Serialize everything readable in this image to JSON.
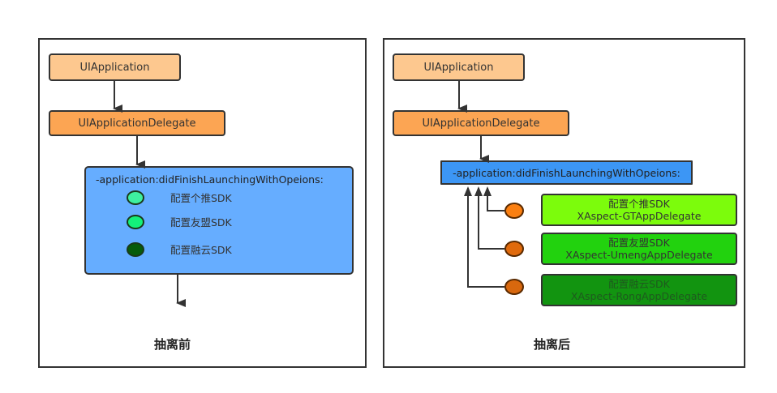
{
  "before": {
    "caption": "抽离前",
    "ui_application": "UIApplication",
    "ui_application_delegate": "UIApplicationDelegate",
    "method": "-application:didFinishLaunchingWithOpeions:",
    "items": [
      {
        "label": "配置个推SDK",
        "color": "#3ef0a0"
      },
      {
        "label": "配置友盟SDK",
        "color": "#14f07a"
      },
      {
        "label": "配置融云SDK",
        "color": "#065c0a"
      }
    ]
  },
  "after": {
    "caption": "抽离后",
    "ui_application": "UIApplication",
    "ui_application_delegate": "UIApplicationDelegate",
    "method": "-application:didFinishLaunchingWithOpeions:",
    "sdks": [
      {
        "line1": "配置个推SDK",
        "line2": "XAspect-GTAppDelegate",
        "color": "#7cfc0c",
        "dot_color": "#fb7f10"
      },
      {
        "line1": "配置友盟SDK",
        "line2": "XAspect-UmengAppDelegate",
        "color": "#22d20e",
        "dot_color": "#e06a0c"
      },
      {
        "line1": "配置融云SDK",
        "line2": "XAspect-RongAppDelegate",
        "color": "#129410",
        "dot_color": "#d8680e"
      }
    ]
  }
}
